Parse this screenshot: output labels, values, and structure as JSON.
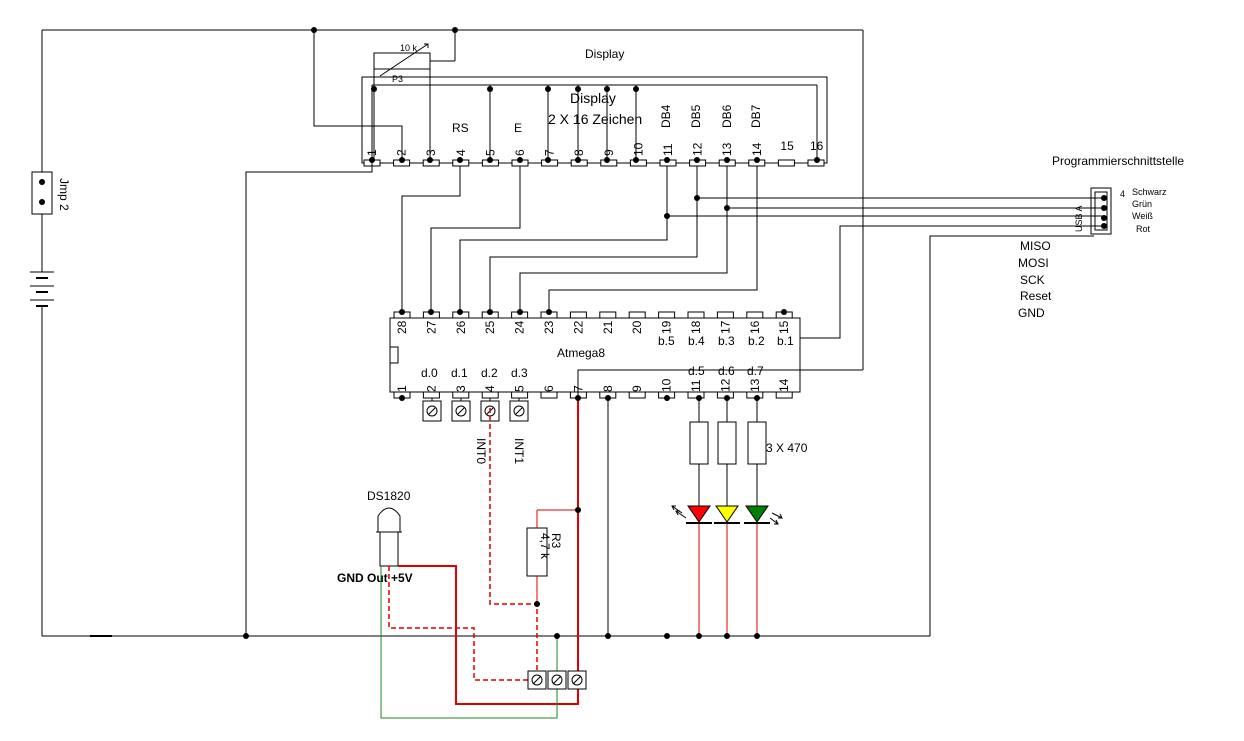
{
  "display": {
    "title_top": "Display",
    "title_inner": "Display",
    "subtitle": "2 X 16 Zeichen",
    "pot_value": "10 k",
    "pot_name": "P3",
    "rs": "RS",
    "e": "E",
    "db_labels": [
      "DB4",
      "DB5",
      "DB6",
      "DB7"
    ],
    "pins": [
      "1",
      "2",
      "3",
      "4",
      "5",
      "6",
      "7",
      "8",
      "9",
      "10",
      "11",
      "12",
      "13",
      "14",
      "15",
      "16"
    ]
  },
  "programmer": {
    "title": "Programmierschnittstelle",
    "pin4": "4",
    "colors": [
      "Schwarz",
      "Grün",
      "Weiß",
      "Rot"
    ],
    "connector_label": "USB A",
    "signals": [
      "MISO",
      "MOSI",
      "SCK",
      "Reset",
      "GND"
    ]
  },
  "mcu": {
    "name": "Atmega8",
    "top_pins": [
      "28",
      "27",
      "26",
      "25",
      "24",
      "23",
      "22",
      "21",
      "20",
      "19",
      "18",
      "17",
      "16",
      "15"
    ],
    "bottom_pins": [
      "1",
      "2",
      "3",
      "4",
      "5",
      "6",
      "7",
      "8",
      "9",
      "10",
      "11",
      "12",
      "13",
      "14"
    ],
    "port_b": [
      "b.5",
      "b.4",
      "b.3",
      "b.2",
      "b.1"
    ],
    "port_d_left": [
      "d.0",
      "d.1",
      "d.2",
      "d.3"
    ],
    "port_d_right": [
      "d.5",
      "d.6",
      "d.7"
    ]
  },
  "parts": {
    "int0": "INT0",
    "int1": "INT1",
    "resistors_led": "3 X 470",
    "r3_name": "R3",
    "r3_value": "4,7 k",
    "sensor_name": "DS1820",
    "sensor_pins": "GND   Out +5V",
    "jumper": "Jmp 2"
  },
  "colors": {
    "wire": "#000000",
    "power": "#e00000",
    "ground_sensor": "#1a8a1a",
    "led_red": "#ff0000",
    "led_yellow": "#ffff00",
    "led_green": "#008000"
  }
}
